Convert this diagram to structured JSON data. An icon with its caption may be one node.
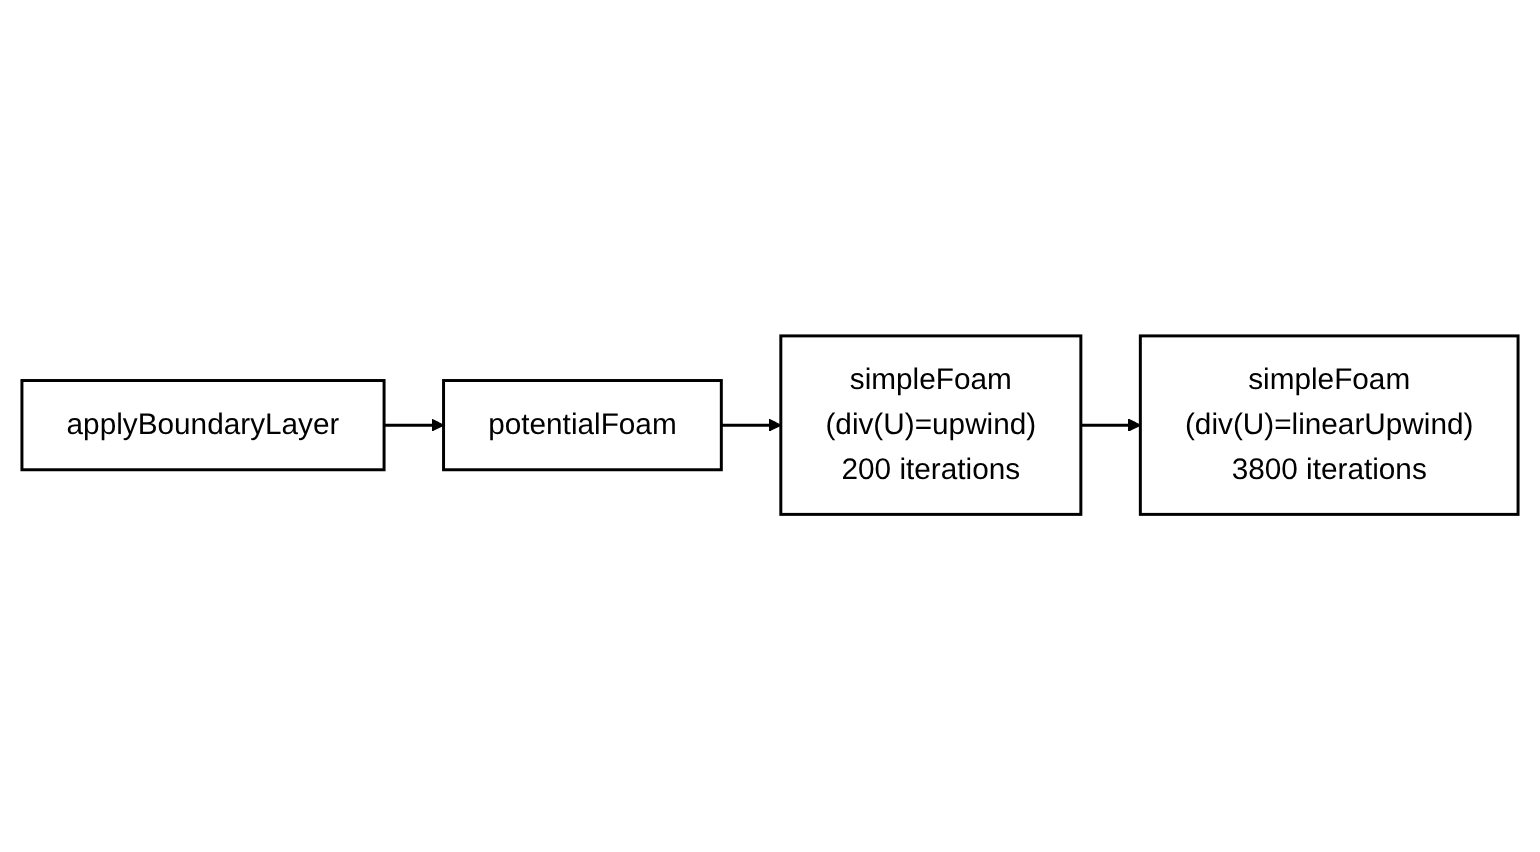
{
  "diagram": {
    "nodes": [
      {
        "text": [
          "applyBoundaryLayer"
        ]
      },
      {
        "text": [
          "potentialFoam"
        ]
      },
      {
        "text": [
          "simpleFoam",
          "(div(U)=upwind)",
          "200 iterations"
        ]
      },
      {
        "text": [
          "simpleFoam",
          "(div(U)=linearUpwind)",
          "3800 iterations"
        ]
      }
    ],
    "edges": [
      {
        "from": 0,
        "to": 1,
        "arrow": "to"
      },
      {
        "from": 1,
        "to": 2,
        "arrow": "to"
      },
      {
        "from": 2,
        "to": 3,
        "arrow": "to"
      }
    ]
  }
}
